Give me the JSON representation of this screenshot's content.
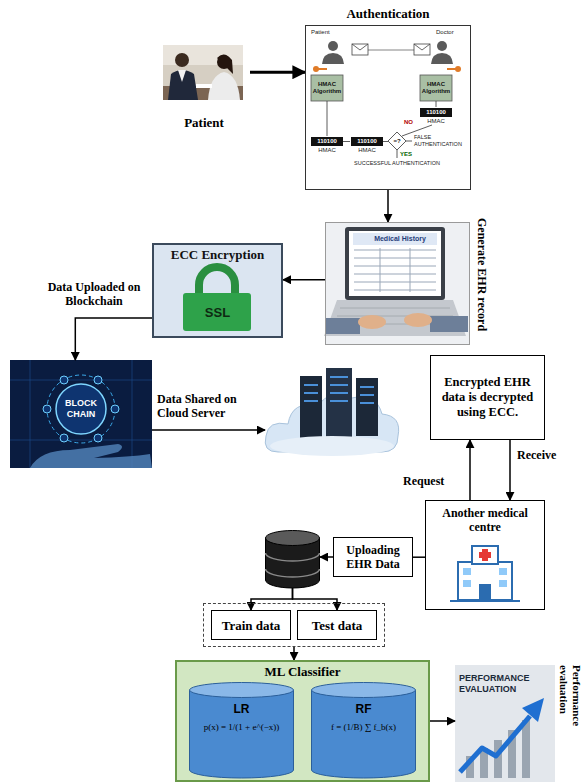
{
  "diagram": {
    "nodes": [
      {
        "text": [
          "Patient"
        ]
      },
      {
        "text": [
          "Authentication"
        ]
      },
      {
        "text": [
          "Medical History",
          "Generate EHR record"
        ]
      },
      {
        "text": [
          "ECC Encryption",
          "SSL"
        ]
      },
      {
        "text": [
          "BLOCK CHAIN"
        ]
      },
      {
        "text": []
      },
      {
        "text": [
          "Encrypted EHR data is decrypted using ECC."
        ]
      },
      {
        "text": [
          "Another medical centre"
        ]
      },
      {
        "text": [
          "Uploading EHR Data"
        ]
      },
      {
        "text": []
      },
      {
        "text": []
      },
      {
        "text": [
          "Train data"
        ],
        "in": 10
      },
      {
        "text": [
          "Test data"
        ],
        "in": 10
      },
      {
        "text": [
          "ML Classifier"
        ]
      },
      {
        "text": [
          "LR",
          "p(x) = 1/(1 + e^(−x))"
        ],
        "in": 13
      },
      {
        "text": [
          "RF",
          "f = (1/B) ∑ f_b(x)"
        ],
        "in": 13
      },
      {
        "text": [
          "PERFORMANCE EVALUATION",
          "Performance evaluation"
        ]
      }
    ],
    "edges": [
      {
        "from": 0,
        "to": 1,
        "arrow": "to"
      },
      {
        "from": 1,
        "to": 2,
        "arrow": "to"
      },
      {
        "from": 2,
        "to": 3,
        "arrow": "to"
      },
      {
        "from": 3,
        "to": 4,
        "arrow": "to",
        "label": "Data Uploaded on Blockchain"
      },
      {
        "from": 4,
        "to": 5,
        "arrow": "to",
        "label": "Data Shared on Cloud Server"
      },
      {
        "from": 7,
        "to": 6,
        "arrow": "to",
        "label": "Request"
      },
      {
        "from": 6,
        "to": 7,
        "arrow": "to",
        "label": "Receive"
      },
      {
        "from": 7,
        "to": 8,
        "arrow": "none"
      },
      {
        "from": 8,
        "to": 9,
        "arrow": "to"
      },
      {
        "from": 9,
        "to": 11,
        "arrow": "to"
      },
      {
        "from": 9,
        "to": 12,
        "arrow": "to"
      },
      {
        "from": 10,
        "to": 13,
        "arrow": "to"
      },
      {
        "from": 13,
        "to": 16,
        "arrow": "to"
      }
    ],
    "labels": [
      "Patient",
      "Doctor",
      "HMAC Algorithm",
      "HMAC Algorithm",
      "110100",
      "HMAC",
      "110100",
      "HMAC",
      "110100",
      "HMAC",
      "=?",
      "NO",
      "FALSE AUTHENTICATION",
      "YES",
      "SUCCESSFUL AUTHENTICATION"
    ]
  }
}
